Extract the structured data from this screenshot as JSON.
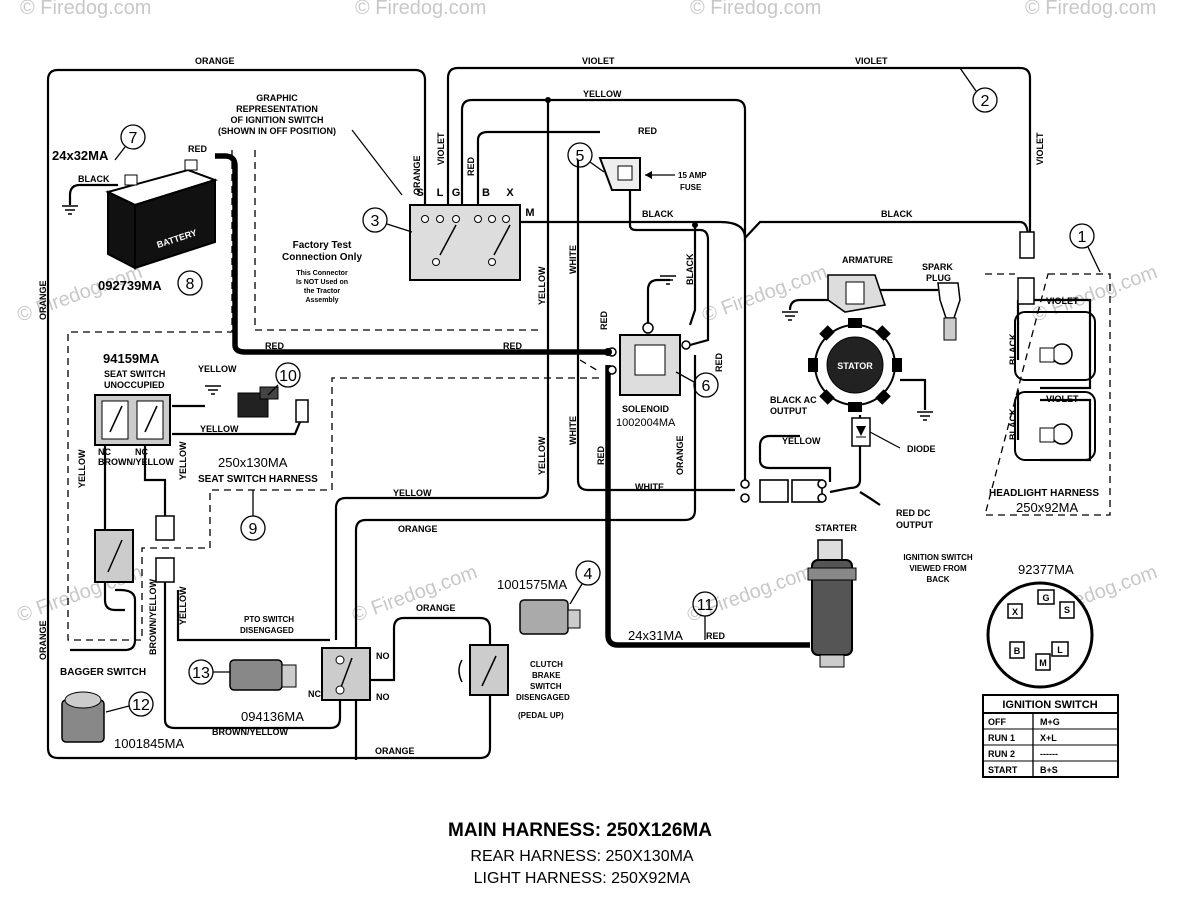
{
  "wire_colors": {
    "orange": "ORANGE",
    "violet": "VIOLET",
    "yellow": "YELLOW",
    "red": "RED",
    "black": "BLACK",
    "white": "WHITE",
    "brown_yellow": "BROWN/YELLOW",
    "red_dc_output": "RED DC OUTPUT",
    "black_ac_output": "BLACK AC OUTPUT"
  },
  "ignition_graphic": {
    "title_lines": [
      "GRAPHIC",
      "REPRESENTATION",
      "OF IGNITION SWITCH",
      "(SHOWN IN OFF POSITION)"
    ],
    "terminals": [
      "S",
      "L",
      "G",
      "B",
      "X"
    ],
    "m_terminal": "M"
  },
  "callouts": [
    "1",
    "2",
    "3",
    "4",
    "5",
    "6",
    "7",
    "8",
    "9",
    "10",
    "11",
    "12",
    "13"
  ],
  "parts": {
    "battery_cable": "24x32MA",
    "battery": "092739MA",
    "battery_label": "BATTERY",
    "seat_switch": "94159MA",
    "seat_switch_title": [
      "SEAT SWITCH",
      "UNOCCUPIED"
    ],
    "seat_harness": "250x130MA",
    "seat_harness_title": "SEAT SWITCH HARNESS",
    "factory_test": [
      "Factory Test",
      "Connection Only"
    ],
    "factory_note": [
      "This Connector",
      "Is NOT Used on",
      "the Tractor",
      "Assembly"
    ],
    "fuse": [
      "15 AMP",
      "FUSE"
    ],
    "solenoid_title": "SOLENOID",
    "solenoid": "1002004MA",
    "armature": "ARMATURE",
    "spark_plug": [
      "SPARK",
      "PLUG"
    ],
    "stator": "STATOR",
    "diode": "DIODE",
    "headlight_harness": "HEADLIGHT HARNESS",
    "headlight": "250x92MA",
    "starter": "STARTER",
    "starter_cable": "24x31MA",
    "clutch_switch_part": "1001575MA",
    "clutch_brake": [
      "CLUTCH",
      "BRAKE",
      "SWITCH",
      "DISENGAGED",
      "(PEDAL UP)"
    ],
    "pto_switch_title": [
      "PTO SWITCH",
      "DISENGAGED"
    ],
    "pto_switch": "094136MA",
    "bagger_switch": "BAGGER  SWITCH",
    "bagger": "1001845MA",
    "nc": "NC",
    "no": "NO",
    "ign_switch_view": [
      "IGNITION SWITCH",
      "VIEWED  FROM",
      "BACK"
    ],
    "ign_switch": "92377MA"
  },
  "ignition_table": {
    "title": "IGNITION SWITCH",
    "rows": [
      [
        "OFF",
        "M+G"
      ],
      [
        "RUN 1",
        "X+L"
      ],
      [
        "RUN 2",
        "------"
      ],
      [
        "START",
        "B+S"
      ]
    ]
  },
  "watermark": "© Firedog.com",
  "footer": {
    "main": "MAIN HARNESS: 250X126MA",
    "rear": "REAR HARNESS: 250X130MA",
    "light": "LIGHT HARNESS: 250X92MA"
  }
}
